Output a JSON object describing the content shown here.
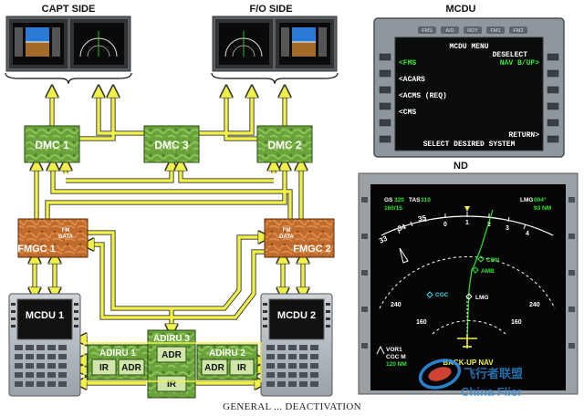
{
  "labels": {
    "capt_side": "CAPT SIDE",
    "fo_side": "F/O SIDE",
    "mcdu_title": "MCDU",
    "nd_title": "ND",
    "caption": "GENERAL ... DEACTIVATION"
  },
  "blocks": {
    "dmc1": "DMC 1",
    "dmc2": "DMC 2",
    "dmc3": "DMC 3",
    "fmgc1": "FMGC 1",
    "fmgc2": "FMGC 2",
    "fm_data": "FM\nDATA",
    "mcdu1": "MCDU 1",
    "mcdu2": "MCDU 2",
    "adiru1": "ADIRU 1",
    "adiru2": "ADIRU 2",
    "adiru3": "ADIRU 3",
    "ir": "IR",
    "adr": "ADR"
  },
  "mcdu_panel": {
    "top_keys": [
      "FMS",
      "AID",
      "RDY",
      "FM1",
      "FM2"
    ],
    "title": "MCDU MENU",
    "deselect": "DESELECT",
    "fms": "<FMS",
    "nav": "NAV B/UP>",
    "acars": "<ACARS",
    "acms": "<ACMS (REQ)",
    "cms": "<CMS",
    "return": "RETURN>",
    "prompt": "SELECT DESIRED SYSTEM"
  },
  "nd_panel": {
    "gs_label": "GS",
    "gs_value": "320",
    "tas_label": "TAS",
    "tas_value": "310",
    "wind": "160/15",
    "lmg_label": "LMG",
    "lmg_bearing": "004°",
    "lmg_dist": "93 NM",
    "heading_ticks": [
      "33",
      "34",
      "35",
      "0",
      "1",
      "2",
      "3",
      "4"
    ],
    "waypoints": [
      "CDN",
      "AMB",
      "CGC",
      "LMG"
    ],
    "range_outer": "240",
    "range_inner": "160",
    "vor": "VOR1",
    "vor_id": "CGC M",
    "vor_dist": "120 NM",
    "mode": "BACK-UP NAV"
  },
  "watermark": {
    "cn": "飞行者联盟",
    "en": "China Flier"
  },
  "colors": {
    "bus": "#f0f04a",
    "dmc_green": "#6aa33c",
    "fmgc_brown": "#c06a2c",
    "adiru_green": "#4e8a2c",
    "screen_green": "#31e631",
    "screen_cyan": "#3fd9e6"
  }
}
